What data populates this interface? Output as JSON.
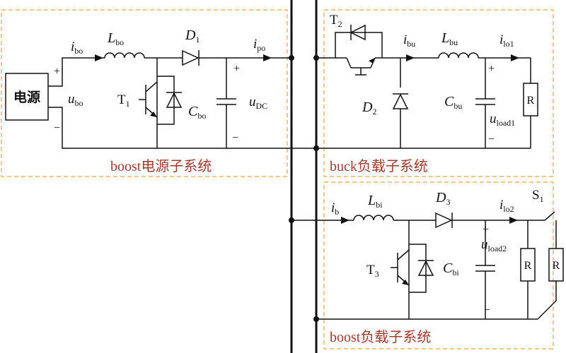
{
  "subsystems": {
    "boost_source": "boost电源子系统",
    "buck_load": "buck负载子系统",
    "boost_load": "boost负载子系统"
  },
  "power_source": "电源",
  "labels": {
    "i_bo": {
      "main": "i",
      "sub": "bo"
    },
    "L_bo": {
      "main": "L",
      "sub": "bo"
    },
    "D_1": {
      "main": "D",
      "sub": "1"
    },
    "i_po": {
      "main": "i",
      "sub": "po"
    },
    "u_bo": {
      "main": "u",
      "sub": "bo"
    },
    "T_1": {
      "main": "T",
      "sub": "1"
    },
    "C_bo": {
      "main": "C",
      "sub": "bo"
    },
    "u_DC": {
      "main": "u",
      "sub": "DC"
    },
    "T_2": {
      "main": "T",
      "sub": "2"
    },
    "i_bu": {
      "main": "i",
      "sub": "bu"
    },
    "L_bu": {
      "main": "L",
      "sub": "bu"
    },
    "i_lo1": {
      "main": "i",
      "sub": "lo1"
    },
    "D_2": {
      "main": "D",
      "sub": "2"
    },
    "C_bu": {
      "main": "C",
      "sub": "bu"
    },
    "u_load1": {
      "main": "u",
      "sub": "load1"
    },
    "i_b": {
      "main": "i",
      "sub": "b"
    },
    "L_bi": {
      "main": "L",
      "sub": "bi"
    },
    "D_3": {
      "main": "D",
      "sub": "3"
    },
    "i_lo2": {
      "main": "i",
      "sub": "lo2"
    },
    "S_1": {
      "main": "S",
      "sub": "1"
    },
    "u_load2": {
      "main": "u",
      "sub": "load2"
    },
    "T_3": {
      "main": "T",
      "sub": "3"
    },
    "C_bi": {
      "main": "C",
      "sub": "bi"
    }
  },
  "resistor_label": "R",
  "polarity": {
    "plus": "+",
    "minus": "−"
  }
}
